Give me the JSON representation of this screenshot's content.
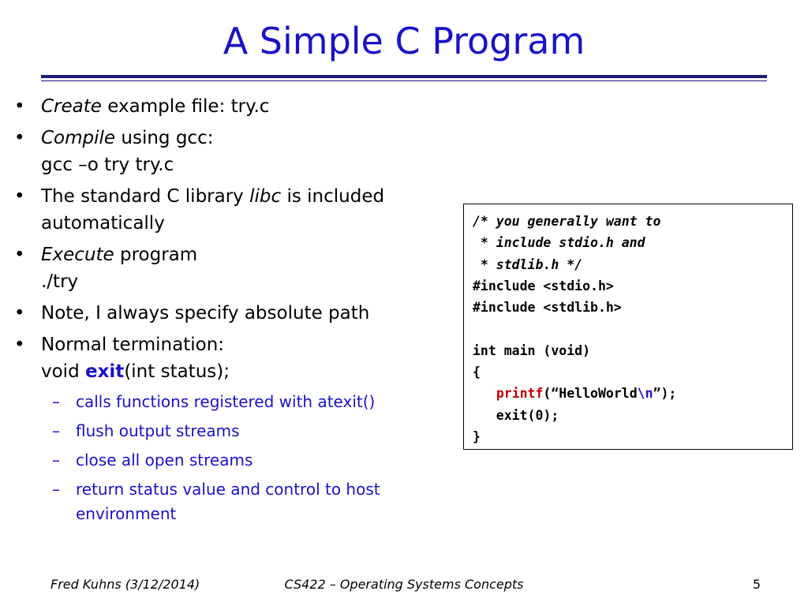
{
  "slide": {
    "title": "A Simple C Program",
    "bullets": {
      "b1": {
        "em": "Create",
        "rest": " example file: try.c"
      },
      "b2": {
        "em": "Compile",
        "rest": " using gcc:",
        "line2": "gcc –o try try.c"
      },
      "b3": {
        "pre": "The standard C library ",
        "em": "libc",
        "post": " is included",
        "line2": "automatically"
      },
      "b4": {
        "em": "Execute",
        "rest": " program",
        "line2": "./try"
      },
      "b5": {
        "text": "Note, I always specify absolute path"
      },
      "b6": {
        "text": "Normal termination:",
        "line2_pre": "void ",
        "line2_bold": "exit",
        "line2_post": "(int status);"
      }
    },
    "bullet_marker": "•",
    "sub_marker": "–",
    "sub_bullets": [
      "calls functions registered with atexit()",
      "flush output streams",
      "close all open streams",
      "return status value and control to host environment"
    ],
    "code": {
      "comment1": "/* you generally want to",
      "comment2": " * include stdio.h and",
      "comment3": " * stdlib.h */",
      "include1": "#include <stdio.h>",
      "include2": "#include <stdlib.h>",
      "main_decl": "int main (void)",
      "open_brace": "{",
      "indent": "   ",
      "printf_fn": "printf",
      "printf_open": "(“HelloWorld",
      "printf_escape": "\\n",
      "printf_close": "”);",
      "exit_call": "   exit(0);",
      "close_brace": "}"
    },
    "footer": {
      "left": "Fred Kuhns (3/12/2014)",
      "center": "CS422 – Operating Systems Concepts",
      "page": "5"
    },
    "colors": {
      "accent": "#1a12c8",
      "rule": "#1a1a7a",
      "code_red": "#c00000"
    }
  }
}
